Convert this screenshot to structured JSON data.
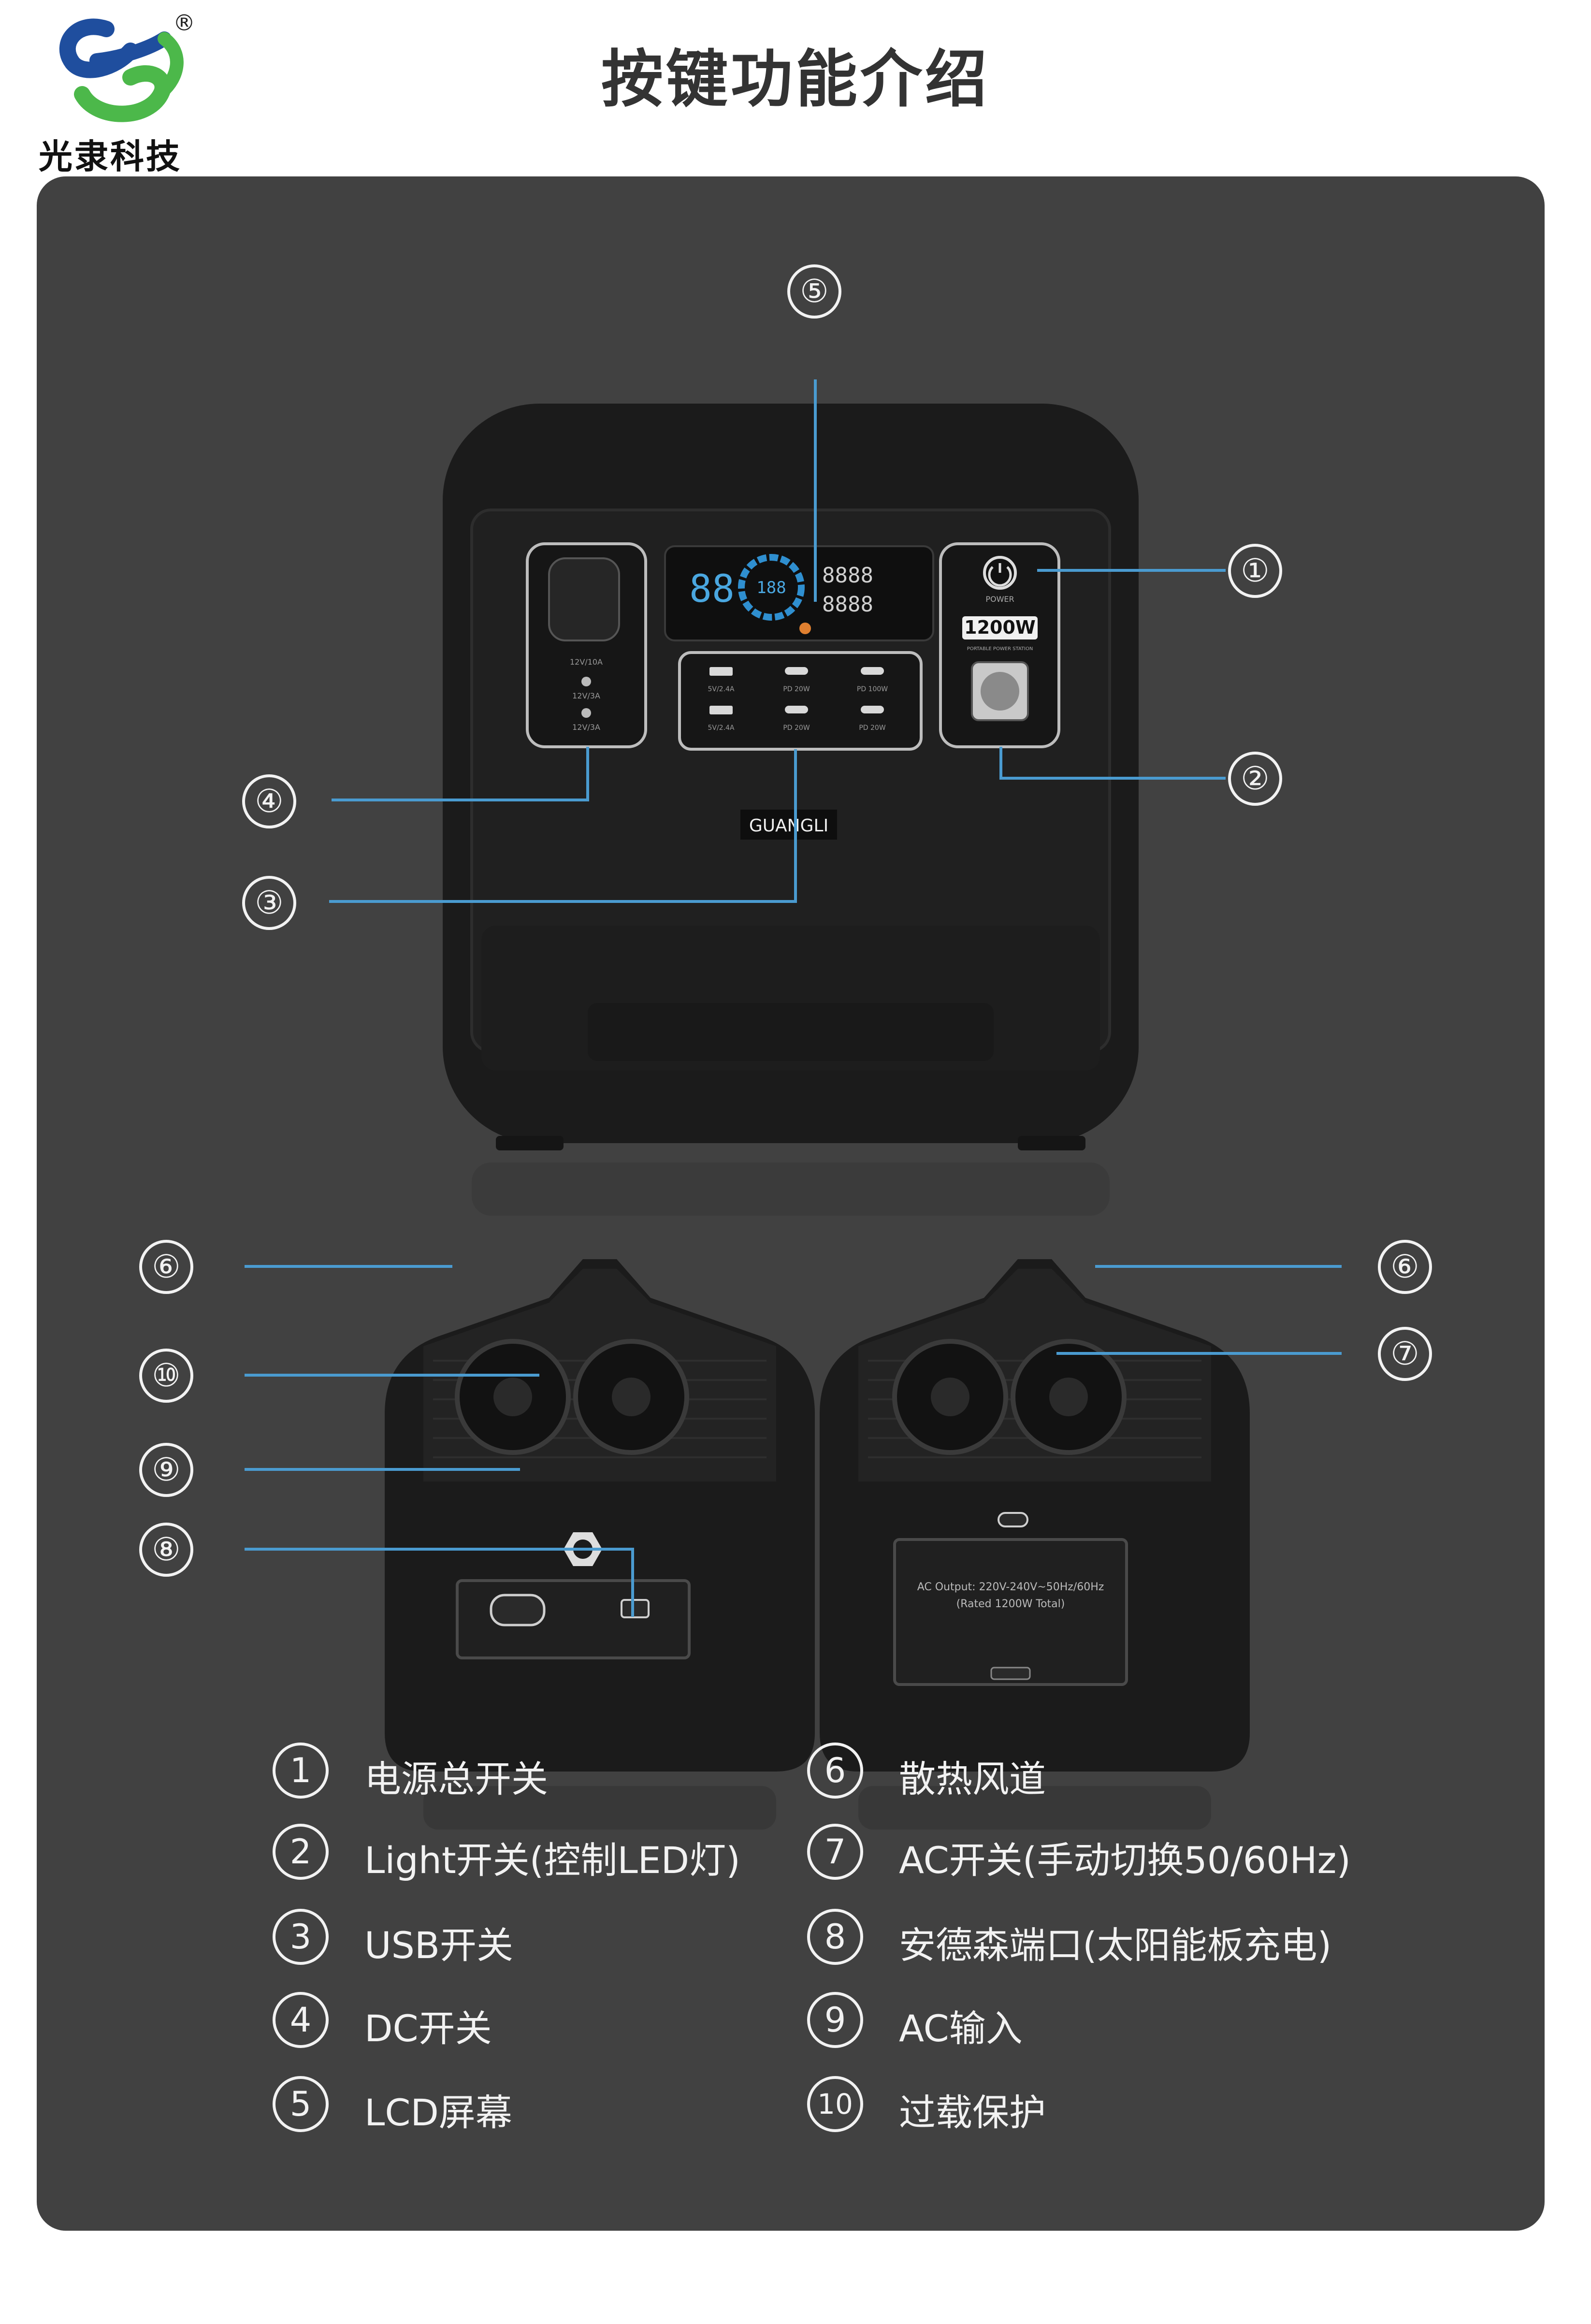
{
  "brand": {
    "name": "光隶科技",
    "registered_mark": "®",
    "logo_icon": "gl-monogram-icon",
    "colors": {
      "blue": "#1f4e9e",
      "green": "#4cb84a"
    }
  },
  "title": "按键功能介绍",
  "device": {
    "front_brand": "GUANGLI",
    "power_rating": "1200W",
    "power_label": "POWER",
    "portable_label": "PORTABLE POWER STATION",
    "lcd_digits": "88",
    "lcd_ring": "188",
    "lcd_side_a": "8888",
    "lcd_side_b": "8888",
    "usb_labels": [
      "5V/2.4A",
      "PD 20W",
      "PD 100W",
      "5V/2.4A",
      "PD 20W",
      "PD 20W"
    ],
    "dc_labels": [
      "12V/10A",
      "12V/3A",
      "12V/3A"
    ],
    "ac_output_text": "AC Output: 220V-240V~50Hz/60Hz",
    "ac_output_rated": "(Rated 1200W Total)"
  },
  "callouts": [
    "①",
    "②",
    "③",
    "④",
    "⑤",
    "⑥",
    "⑥",
    "⑦",
    "⑧",
    "⑨",
    "⑩"
  ],
  "legend": [
    {
      "num": "1",
      "label": "电源总开关"
    },
    {
      "num": "2",
      "label": "Light开关(控制LED灯)"
    },
    {
      "num": "3",
      "label": "USB开关"
    },
    {
      "num": "4",
      "label": "DC开关"
    },
    {
      "num": "5",
      "label": "LCD屏幕"
    },
    {
      "num": "6",
      "label": "散热风道"
    },
    {
      "num": "7",
      "label": "AC开关(手动切换50/60Hz)"
    },
    {
      "num": "8",
      "label": "安德森端口(太阳能板充电)"
    },
    {
      "num": "9",
      "label": "AC输入"
    },
    {
      "num": "10",
      "label": "过载保护"
    }
  ],
  "colors": {
    "panel": "#414141",
    "leader_line": "#4a9bd0",
    "device": "#1a1a1a"
  }
}
